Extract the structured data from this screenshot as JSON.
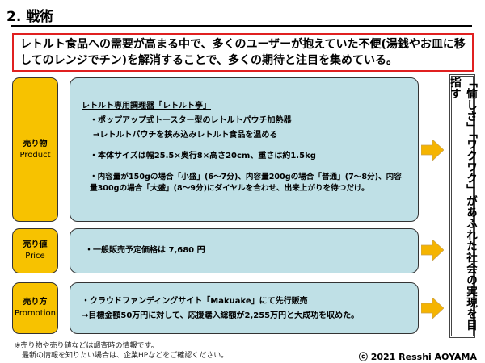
{
  "title": "2. 戦術",
  "lead": "レトルト食品への需要が高まる中で、多くのユーザーが抱えていた不便(湯銭やお皿に移してのレンジでチン)を解消することで、多くの期待と注目を集めている。",
  "rows": {
    "product": {
      "label_jp": "売り物",
      "label_en": "Product",
      "heading": "レトルト専用調理器「レトルト亭」",
      "lines": [
        "・ポップアップ式トースター型のレトルトパウチ加熱器",
        "→レトルトパウチを挟み込みレトルト食品を温める",
        "・本体サイズは幅25.5×奥行8×高さ20cm、重さは約1.5kg",
        "・内容量が150gの場合「小盛」(6～7分)、内容量200gの場合「普通」(7～8分)、内容量300gの場合「大盛」(8～9分)にダイヤルを合わせ、出来上がりを待つだけ。"
      ]
    },
    "price": {
      "label_jp": "売り値",
      "label_en": "Price",
      "lines": [
        "・一般販売予定価格は 7,680 円"
      ]
    },
    "promotion": {
      "label_jp": "売り方",
      "label_en": "Promotion",
      "lines": [
        "・クラウドファンディングサイト「Makuake」にて先行販売",
        "→目標金額50万円に対して、応援購入総額が2,255万円と大成功を収めた。"
      ]
    }
  },
  "goal": "「愉しさ」「ワクワク」があふれた社会の実現を目指す",
  "notes": [
    "※売り物や売り値などは調査時の情報です。",
    "　最新の情報を知りたい場合は、企業HPなどをご確認ください。"
  ],
  "copyright": "ⓒ 2021 Resshi AOYAMA",
  "colors": {
    "label": "#f7c200",
    "box": "#bfe0e6",
    "arrow": "#f5b400",
    "border": "#e02020"
  }
}
